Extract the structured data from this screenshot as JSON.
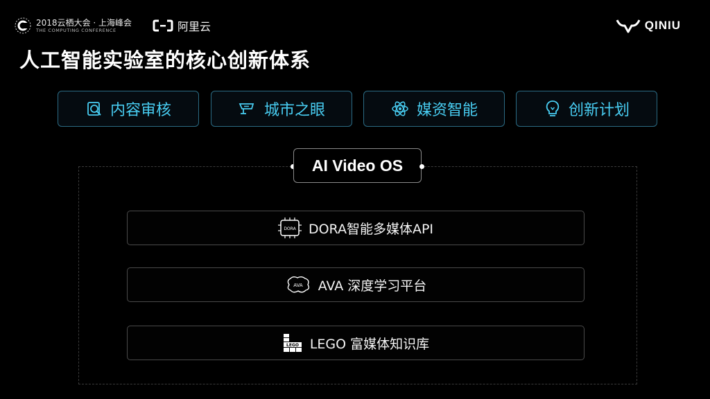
{
  "header": {
    "conference_title": "2018云栖大会 · 上海峰会",
    "conference_subtitle": "THE COMPUTING CONFERENCE",
    "aliyun_label": "阿里云",
    "qiniu_label": "QINIU"
  },
  "title": "人工智能实验室的核心创新体系",
  "modules": [
    {
      "label": "内容审核",
      "icon": "search-document-icon"
    },
    {
      "label": "城市之眼",
      "icon": "camera-icon"
    },
    {
      "label": "媒资智能",
      "icon": "atom-icon"
    },
    {
      "label": "创新计划",
      "icon": "lightbulb-icon"
    }
  ],
  "os_label": "AI Video OS",
  "layers": [
    {
      "label": "DORA智能多媒体API",
      "icon": "chip-icon",
      "icon_text": "DORA"
    },
    {
      "label": "AVA 深度学习平台",
      "icon": "brain-icon",
      "icon_text": "AVA"
    },
    {
      "label": "LEGO 富媒体知识库",
      "icon": "lego-brick-icon",
      "icon_text": "LEGO"
    }
  ],
  "colors": {
    "accent_cyan": "#48cdf2",
    "module_border": "#2b6b84",
    "background": "#000000"
  }
}
